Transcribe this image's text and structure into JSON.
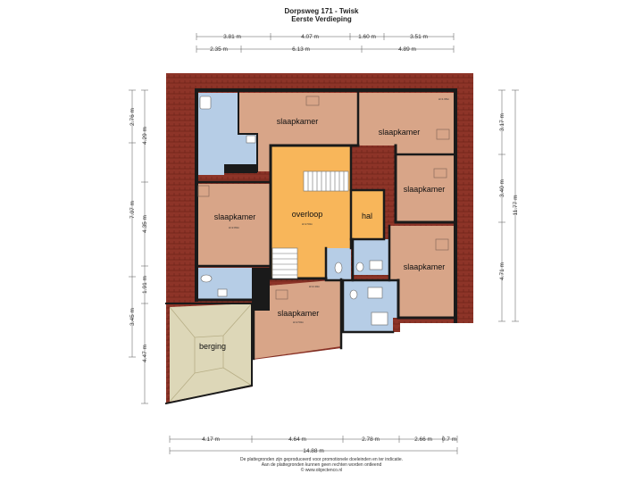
{
  "header": {
    "title": "Dorpsweg 171 - Twisk",
    "subtitle": "Eerste Verdieping"
  },
  "dims_top_row1": [
    "3.81 m",
    "4.07 m",
    "1.60 m",
    "3.51 m"
  ],
  "dims_top_row2": [
    "2.35 m",
    "6.13 m",
    "4.89 m"
  ],
  "dims_left_outer": [
    "2.76 m",
    "7.07 m",
    "3.45 m"
  ],
  "dims_left_inner": [
    "4.29 m",
    "4.35 m",
    "1.91 m",
    "4.47 m"
  ],
  "dims_right_inner": [
    "3.17 m",
    "3.40 m",
    "4.71 m"
  ],
  "dims_right_outer": [
    "11.77 m"
  ],
  "dims_bottom_row1": [
    "4.17 m",
    "4.64 m",
    "2.78 m",
    "2.66 m",
    "0.7 m"
  ],
  "dims_bottom_row2": [
    "14.88 m"
  ],
  "rooms": {
    "slaapkamer_top": "slaapkamer",
    "slaapkamer_topright": "slaapkamer",
    "slaapkamer_right_mid": "slaapkamer",
    "slaapkamer_left": "slaapkamer",
    "overloop": "overloop",
    "hal": "hal",
    "slaapkamer_right_low": "slaapkamer",
    "slaapkamer_bottom": "slaapkamer",
    "berging": "berging"
  },
  "height_notes": {
    "topright": "H=1.95m",
    "left": "H=2.80m",
    "overloop": "H=2.50m",
    "bottom": "H=2.50m",
    "overloop_low": "H=2.40m"
  },
  "footer": {
    "line1": "De plattegronden zijn geproduceerd voor promotionele doeleinden en ter indicatie.",
    "line2": "Aan de plattegronden kunnen geen rechten worden ontleend",
    "line3": "© www.objectenco.nl"
  },
  "colors": {
    "bedroom": "#d8a588",
    "overloop": "#f8b65a",
    "bathroom": "#b6cde6",
    "berging": "#ddd7b8",
    "roof": "#8d3428",
    "wall": "#1a1a1a"
  }
}
